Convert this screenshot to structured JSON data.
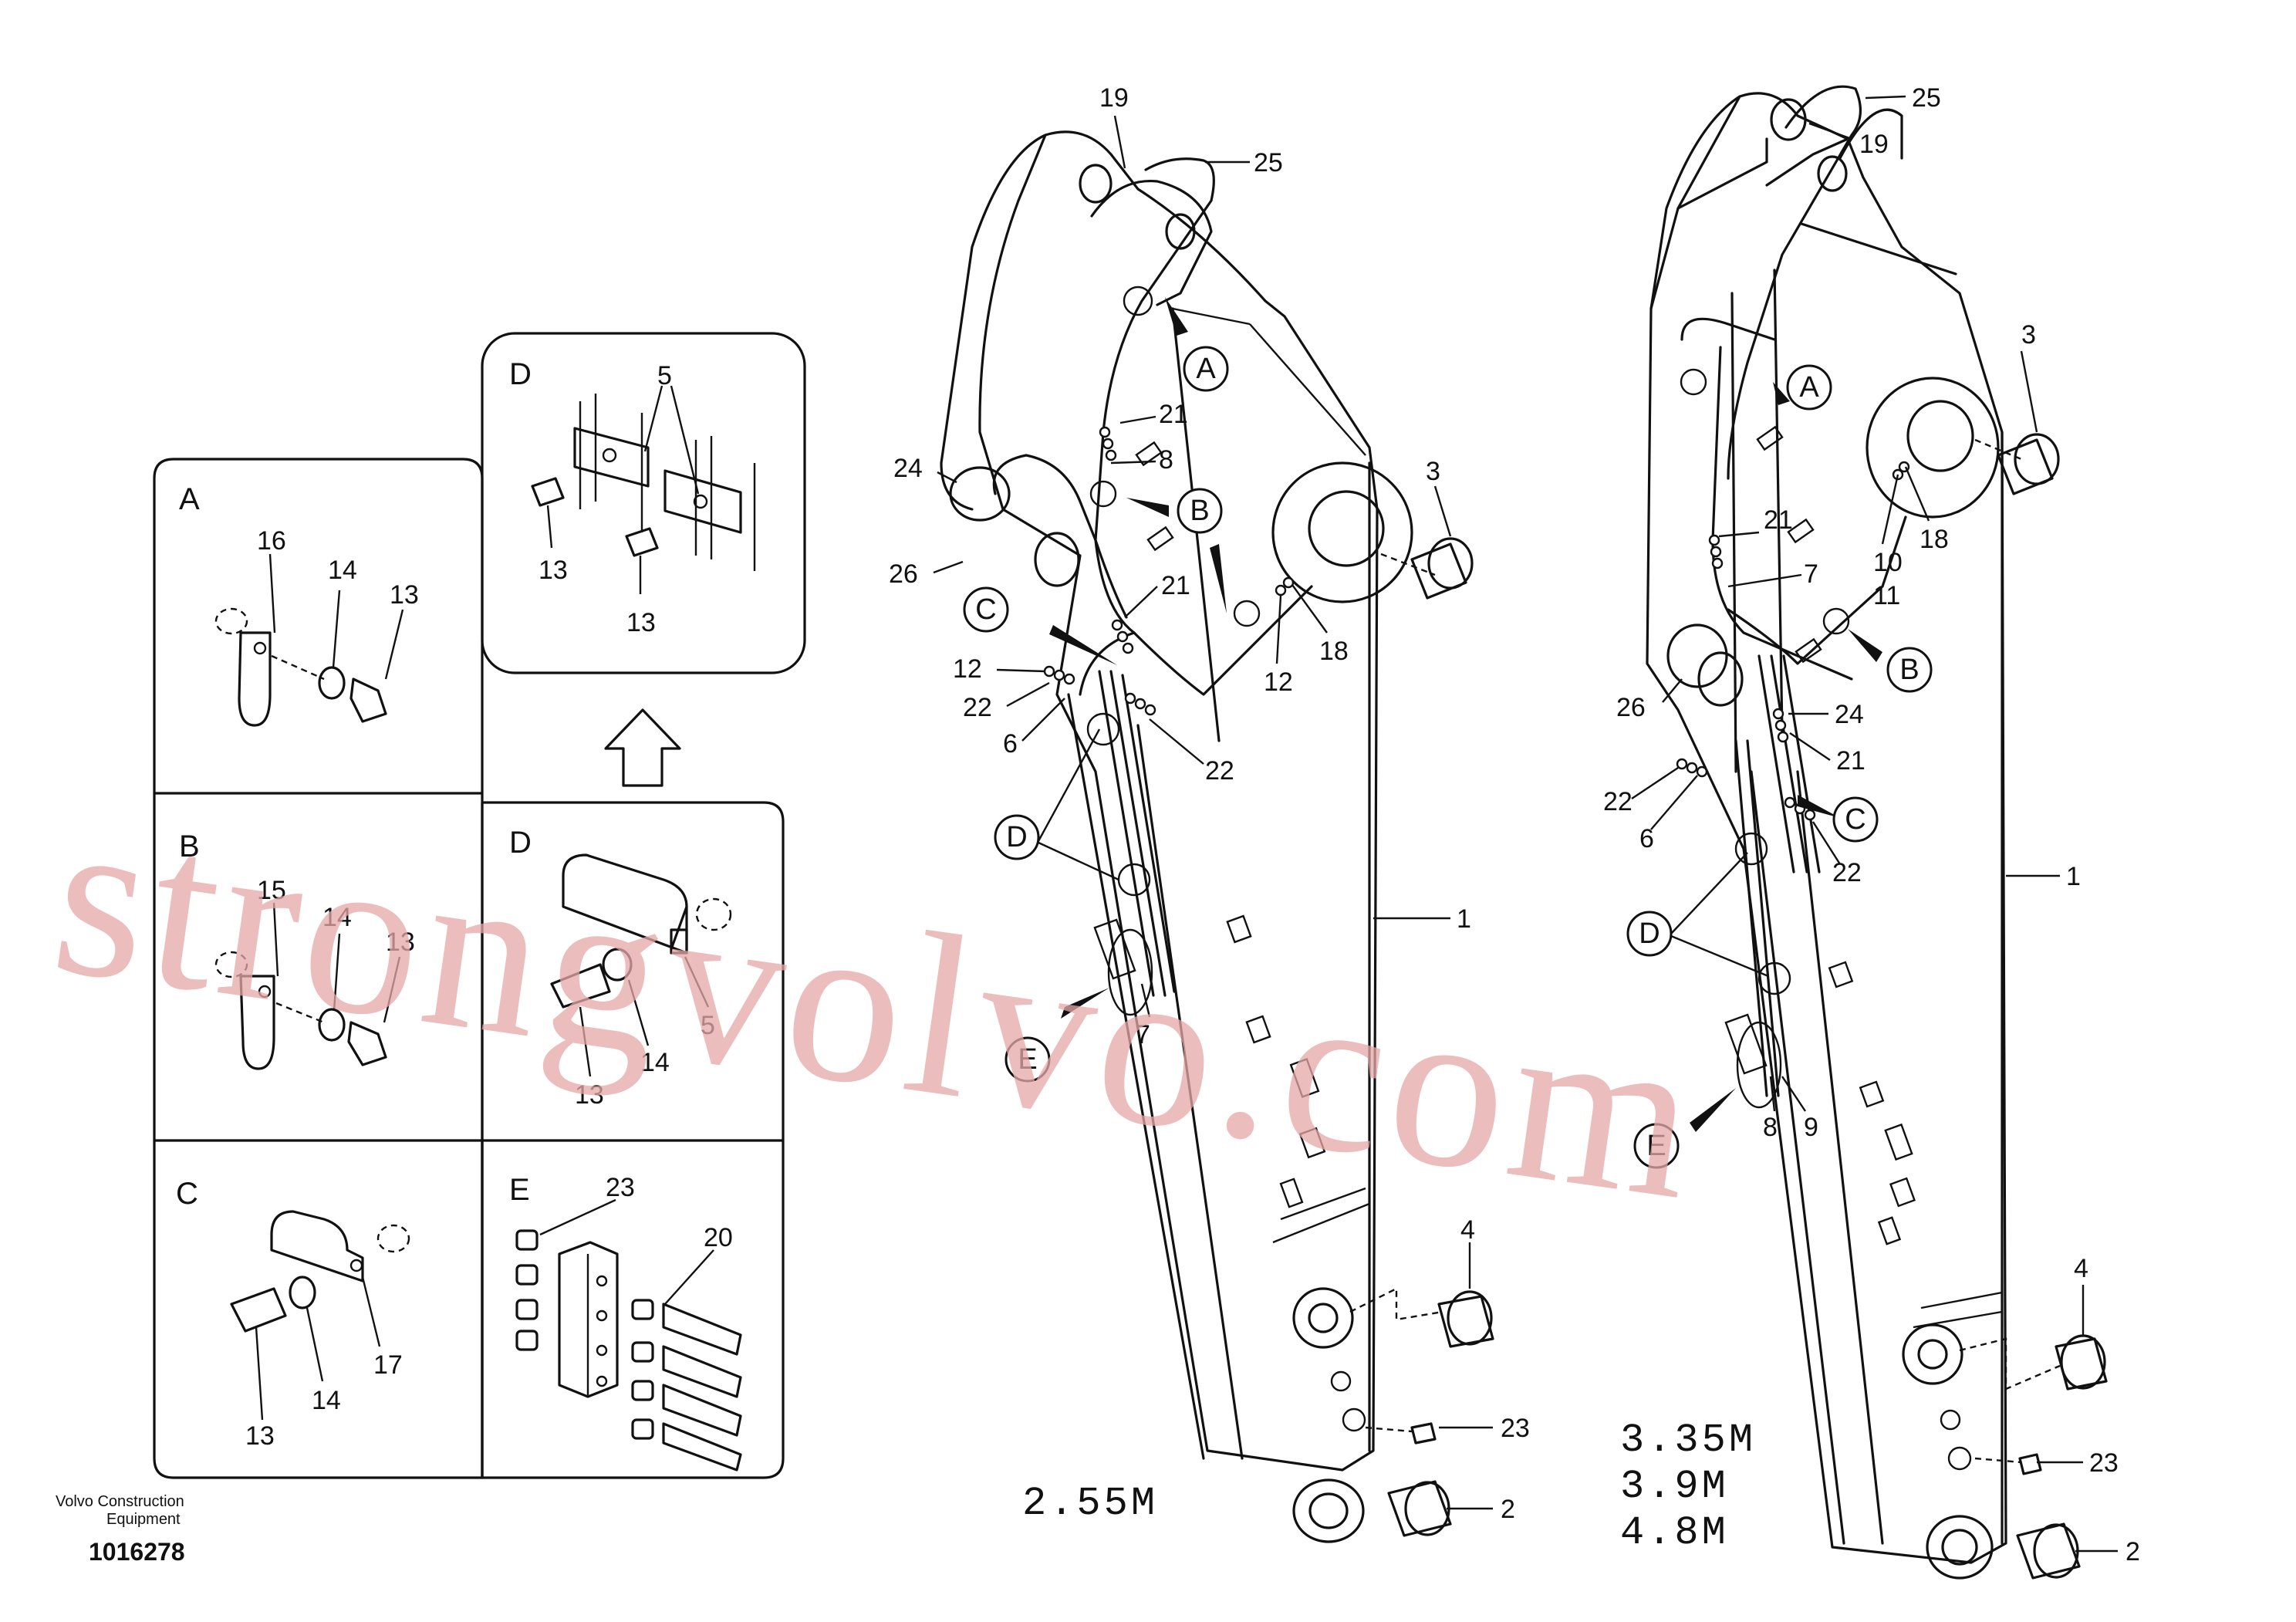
{
  "watermark": "strongvolvo.com",
  "footer": {
    "company": "Volvo Construction",
    "company2": "Equipment",
    "drawing_no": "1016278"
  },
  "detail_panels": {
    "A": {
      "letter": "A",
      "labels": [
        "16",
        "14",
        "13"
      ]
    },
    "B": {
      "letter": "B",
      "labels": [
        "15",
        "14",
        "13"
      ]
    },
    "C": {
      "letter": "C",
      "labels": [
        "17",
        "14",
        "13"
      ]
    },
    "D_top": {
      "letter": "D",
      "labels": [
        "5",
        "13",
        "13"
      ]
    },
    "D": {
      "letter": "D",
      "labels": [
        "5",
        "14",
        "13"
      ]
    },
    "E": {
      "letter": "E",
      "labels": [
        "23",
        "20"
      ]
    }
  },
  "callouts": [
    "A",
    "B",
    "C",
    "D",
    "E"
  ],
  "left_arm": {
    "size_label": "2.55M",
    "labels": {
      "l19": "19",
      "l25": "25",
      "l24": "24",
      "l26": "26",
      "l21a": "21",
      "l8": "8",
      "l21b": "21",
      "l12a": "12",
      "l22a": "22",
      "l6": "6",
      "l22b": "22",
      "l12b": "12",
      "l18": "18",
      "l3": "3",
      "l1": "1",
      "l7": "7",
      "l4": "4",
      "l23": "23",
      "l2": "2"
    }
  },
  "right_arm": {
    "size_labels": [
      "3.35M",
      "3.9M",
      "4.8M"
    ],
    "labels": {
      "l25": "25",
      "l19": "19",
      "l3": "3",
      "l21a": "21",
      "l7": "7",
      "l18": "18",
      "l10": "10",
      "l11": "11",
      "l26": "26",
      "l24": "24",
      "l21b": "21",
      "l22a": "22",
      "l6": "6",
      "l22b": "22",
      "l1": "1",
      "l8": "8",
      "l9": "9",
      "l4": "4",
      "l23": "23",
      "l2": "2"
    }
  }
}
